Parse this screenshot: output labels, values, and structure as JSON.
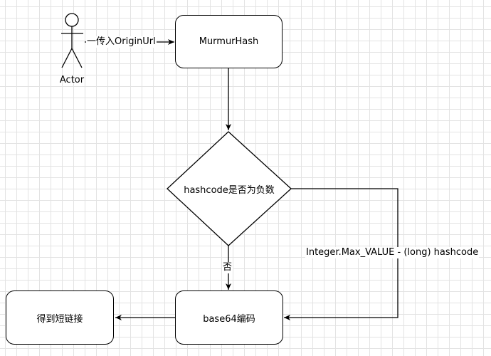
{
  "actor": {
    "label": "Actor"
  },
  "nodes": {
    "murmurhash": "MurmurHash",
    "decision": "hashcode是否为负数",
    "base64": "base64编码",
    "result": "得到短链接"
  },
  "edges": {
    "actor_to_murmurhash": "一传入OriginUrl",
    "decision_no": "否",
    "decision_yes_transform": "Integer.Max_VALUE - (long) hashcode"
  }
}
